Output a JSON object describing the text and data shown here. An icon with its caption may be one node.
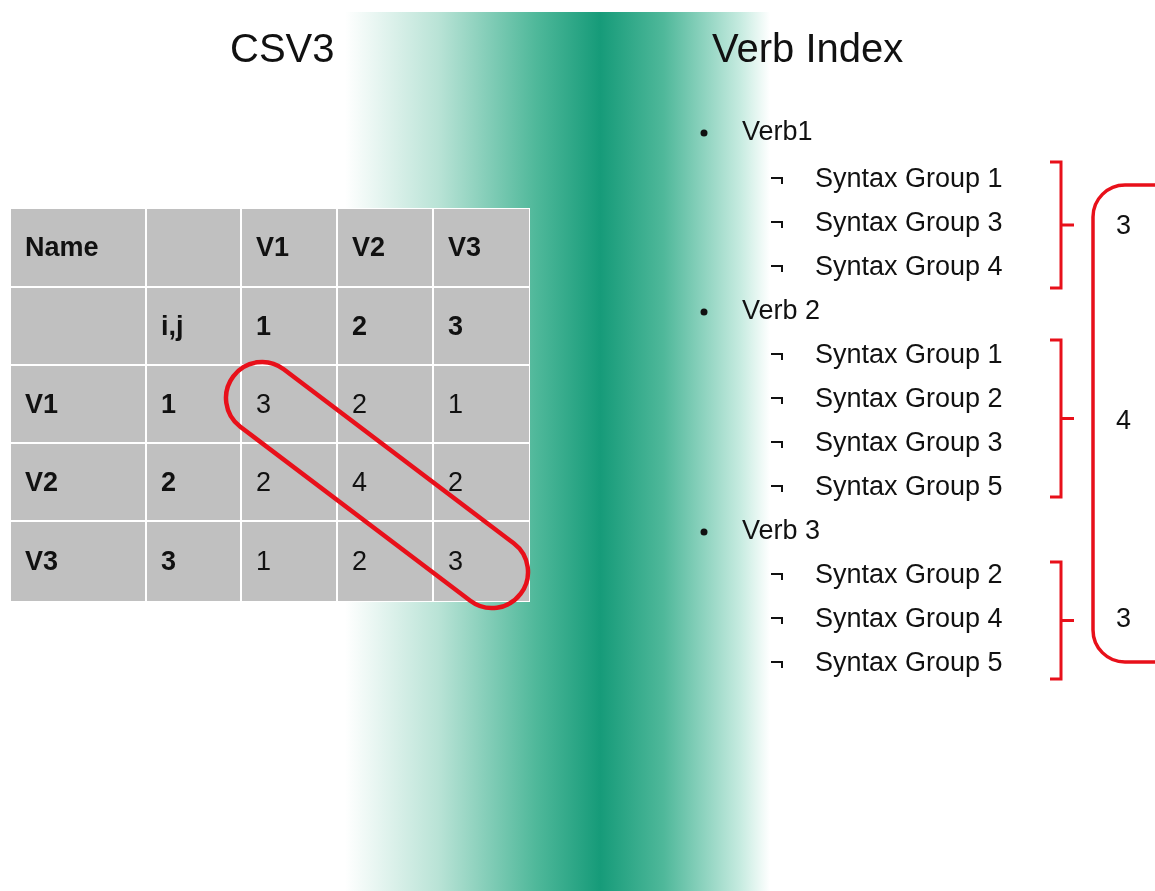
{
  "diagram": {
    "labels": [
      "CSV3",
      "Verb Index",
      "Name",
      "V1",
      "V2",
      "V3",
      "i,j",
      "1",
      "2",
      "3",
      "V1",
      "1",
      "3",
      "2",
      "1",
      "V2",
      "2",
      "2",
      "4",
      "2",
      "V3",
      "3",
      "1",
      "2",
      "3",
      "Verb1",
      "Syntax Group 1",
      "Syntax Group 3",
      "Syntax Group 4",
      "Verb 2",
      "Syntax Group 1",
      "Syntax Group 2",
      "Syntax Group 3",
      "Syntax Group 5",
      "Verb 3",
      "Syntax Group 2",
      "Syntax Group 4",
      "Syntax Group 5",
      "3",
      "4",
      "3"
    ]
  }
}
